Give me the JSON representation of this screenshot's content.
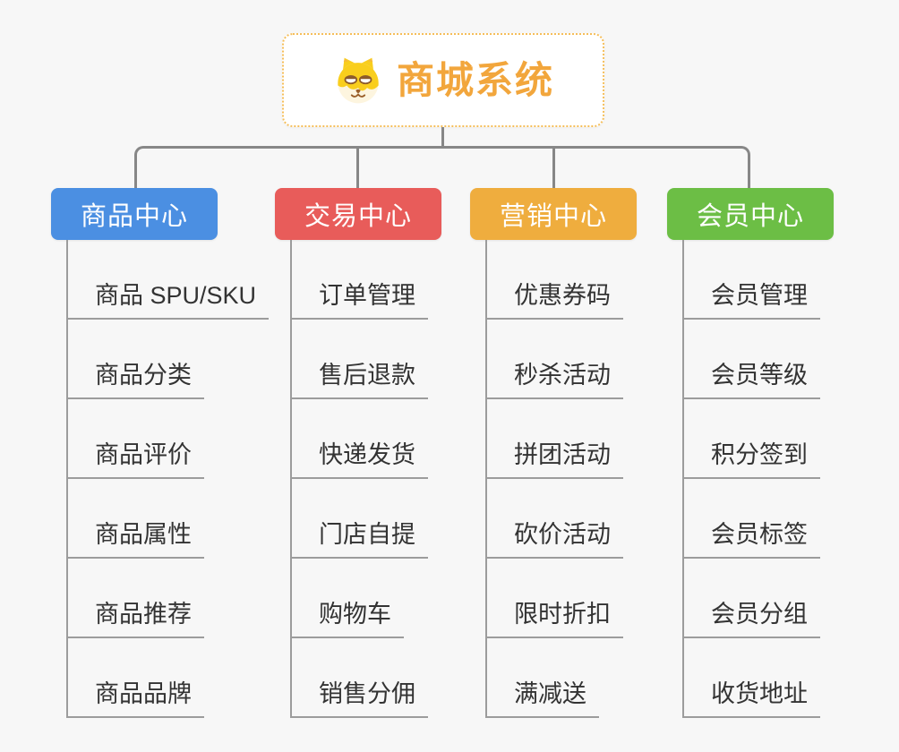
{
  "root": {
    "label": "商城系统",
    "icon": "doge-icon",
    "text_color": "#F2A63C",
    "border_color": "#F5BE5A"
  },
  "colors": {
    "background": "#F7F7F7",
    "connector": "#878787",
    "leaf_line": "#9C9C9C",
    "leaf_text": "#333333"
  },
  "branches": [
    {
      "label": "商品中心",
      "color": "#4B8FE2",
      "children": [
        "商品 SPU/SKU",
        "商品分类",
        "商品评价",
        "商品属性",
        "商品推荐",
        "商品品牌"
      ]
    },
    {
      "label": "交易中心",
      "color": "#E85C5A",
      "children": [
        "订单管理",
        "售后退款",
        "快递发货",
        "门店自提",
        "购物车",
        "销售分佣"
      ]
    },
    {
      "label": "营销中心",
      "color": "#EFAD3E",
      "children": [
        "优惠券码",
        "秒杀活动",
        "拼团活动",
        "砍价活动",
        "限时折扣",
        "满减送"
      ]
    },
    {
      "label": "会员中心",
      "color": "#6CBE45",
      "children": [
        "会员管理",
        "会员等级",
        "积分签到",
        "会员标签",
        "会员分组",
        "收货地址"
      ]
    }
  ]
}
